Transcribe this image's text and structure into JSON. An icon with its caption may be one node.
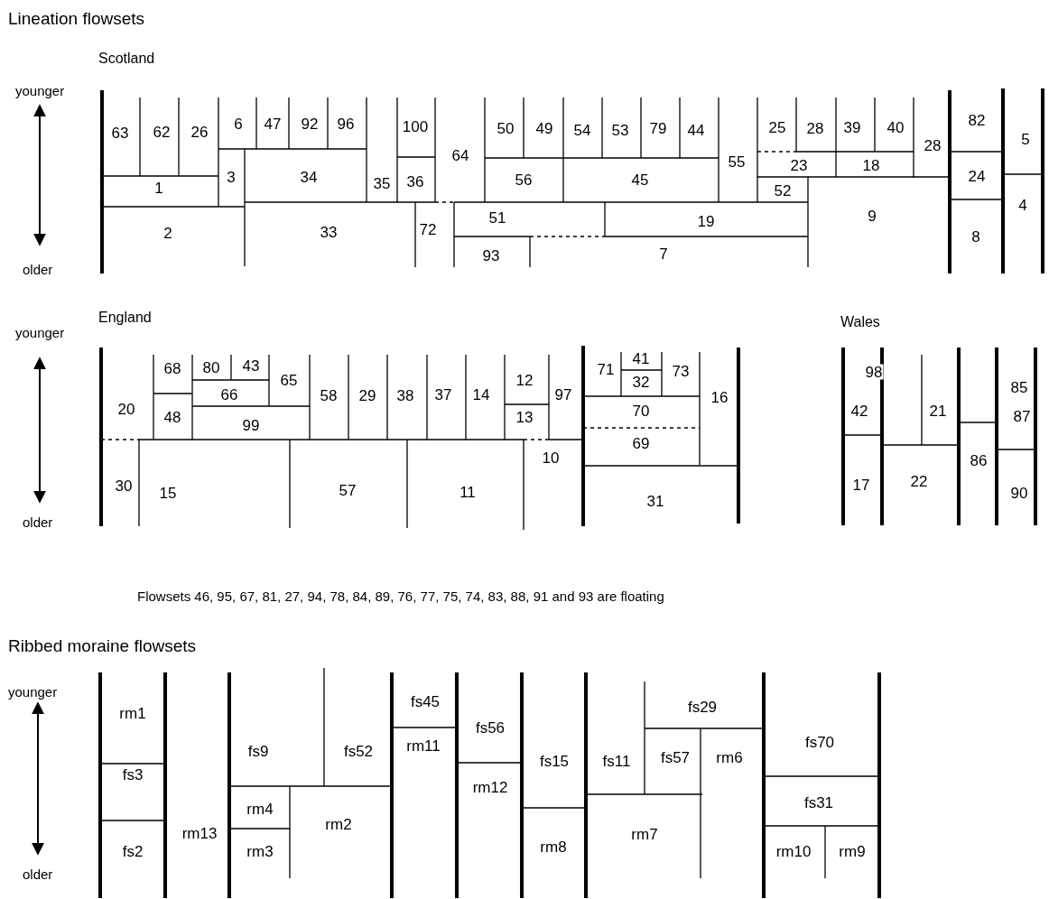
{
  "diagram": {
    "labels": [
      "Lineation flowsets",
      "Scotland",
      "younger",
      "63",
      "62",
      "26",
      "6",
      "47",
      "92",
      "96",
      "100",
      "50",
      "49",
      "54",
      "53",
      "79",
      "44",
      "25",
      "28",
      "39",
      "40",
      "82",
      "5",
      "1",
      "3",
      "34",
      "35",
      "36",
      "64",
      "56",
      "45",
      "55",
      "52",
      "23",
      "18",
      "28",
      "24",
      "2",
      "33",
      "72",
      "51",
      "19",
      "9",
      "8",
      "4",
      "93",
      "7",
      "older",
      "England",
      "Wales",
      "younger",
      "68",
      "80",
      "43",
      "71",
      "41",
      "73",
      "98",
      "65",
      "12",
      "32",
      "85",
      "66",
      "58",
      "29",
      "38",
      "37",
      "14",
      "97",
      "16",
      "20",
      "48",
      "99",
      "13",
      "70",
      "42",
      "21",
      "87",
      "69",
      "10",
      "86",
      "30",
      "15",
      "57",
      "11",
      "31",
      "17",
      "22",
      "90",
      "older",
      "Flowsets 46, 95, 67, 81, 27, 94, 78, 84, 89, 76, 77, 75, 74, 83, 88, 91 and 93 are floating",
      "Ribbed moraine flowsets",
      "younger",
      "rm1",
      "fs45",
      "fs56",
      "fs29",
      "fs9",
      "fs52",
      "rm11",
      "fs15",
      "fs11",
      "fs57",
      "rm6",
      "fs70",
      "fs3",
      "rm4",
      "rm12",
      "fs31",
      "fs2",
      "rm13",
      "rm3",
      "rm2",
      "rm8",
      "rm7",
      "rm10",
      "rm9",
      "older"
    ]
  }
}
